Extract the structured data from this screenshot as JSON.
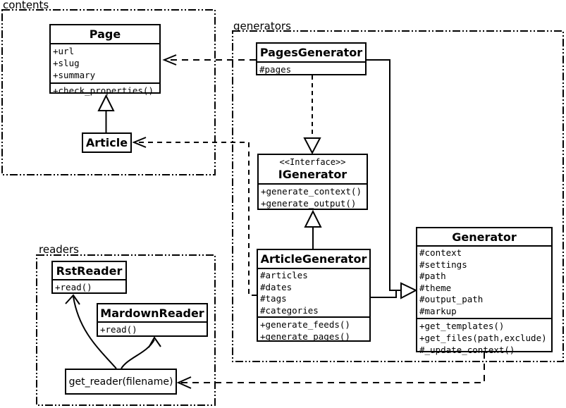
{
  "diagram": {
    "kind": "uml-class-diagram",
    "colors": {
      "line": "#000000",
      "background": "#ffffff"
    }
  },
  "packages": {
    "contents": {
      "label": "contents"
    },
    "generators": {
      "label": "generators"
    },
    "readers": {
      "label": "readers"
    }
  },
  "classes": {
    "page": {
      "title": "Page",
      "attributes": [
        "+url",
        "+slug",
        "+summary"
      ],
      "methods": [
        "+check_properties()"
      ]
    },
    "article": {
      "title": "Article"
    },
    "pages_generator": {
      "title": "PagesGenerator",
      "attributes": [
        "#pages"
      ]
    },
    "igenerator": {
      "stereotype": "<<Interface>>",
      "title": "IGenerator",
      "methods": [
        "+generate_context()",
        "+generate_output()"
      ]
    },
    "article_generator": {
      "title": "ArticleGenerator",
      "attributes": [
        "#articles",
        "#dates",
        "#tags",
        "#categories"
      ],
      "methods": [
        "+generate_feeds()",
        "+generate_pages()"
      ]
    },
    "generator": {
      "title": "Generator",
      "attributes": [
        "#context",
        "#settings",
        "#path",
        "#theme",
        "#output_path",
        "#markup"
      ],
      "methods": [
        "+get_templates()",
        "+get_files(path,exclude)",
        "#_update_context()"
      ]
    },
    "rst_reader": {
      "title": "RstReader",
      "methods": [
        "+read()"
      ]
    },
    "mardown_reader": {
      "title": "MardownReader",
      "methods": [
        "+read()"
      ]
    },
    "get_reader": {
      "title": "get_reader(filename)"
    }
  }
}
